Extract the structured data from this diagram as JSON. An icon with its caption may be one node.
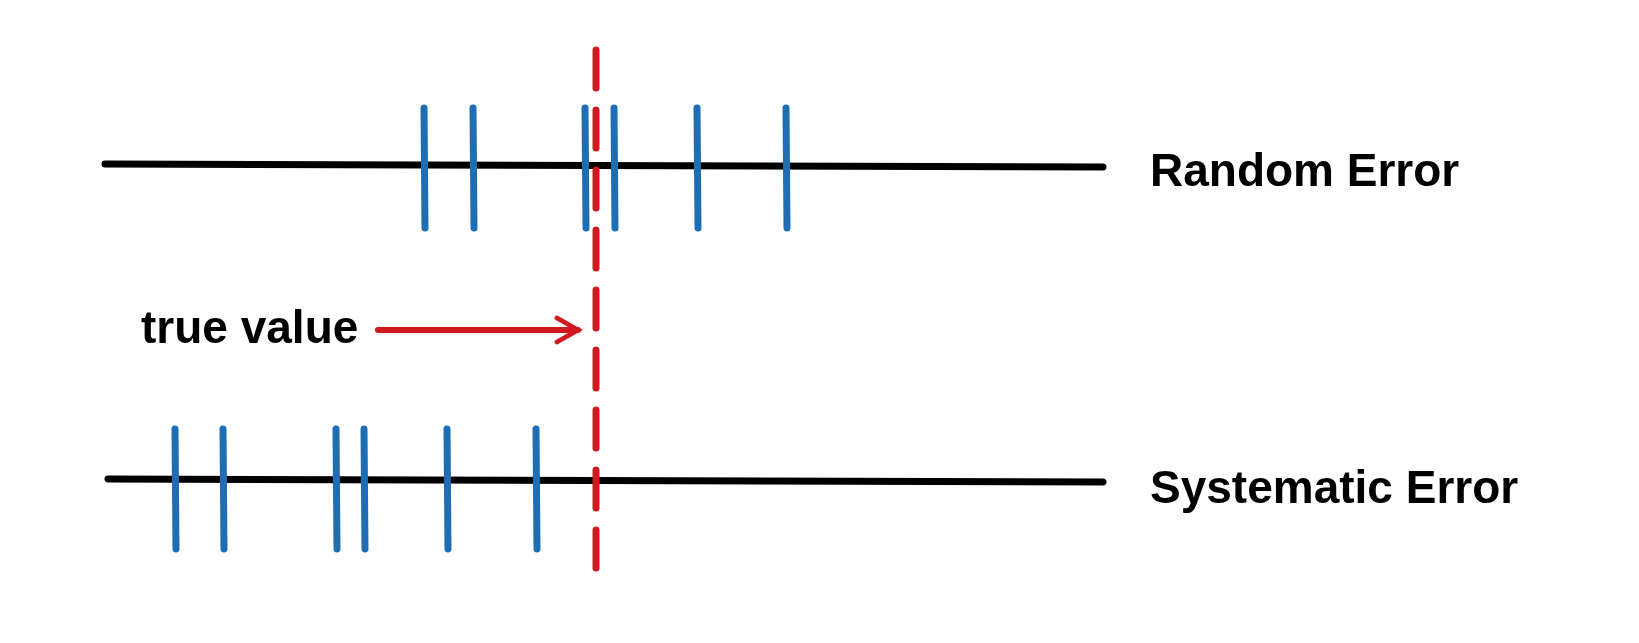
{
  "diagram": {
    "nodes": [
      {
        "text": [
          "true value"
        ]
      },
      {
        "text": [],
        "shape": "line"
      }
    ],
    "edges": [
      {
        "from": 0,
        "to": 1,
        "arrow": "to"
      }
    ],
    "labels": [
      "Random Error",
      "Systematic Error"
    ]
  }
}
